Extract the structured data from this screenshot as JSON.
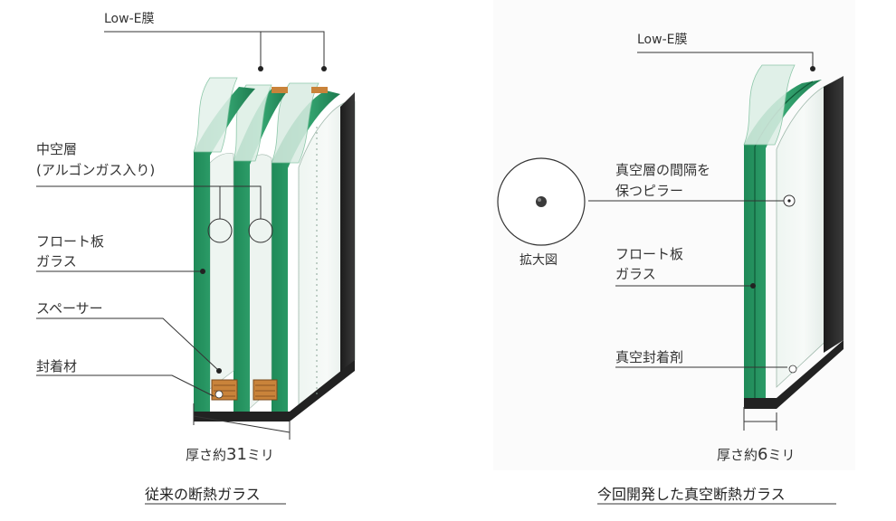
{
  "left_panel": {
    "low_e_label": "Low-E膜",
    "air_layer_line1": "中空層",
    "air_layer_line2": "(アルゴンガス入り)",
    "float_glass_line1": "フロート板",
    "float_glass_line2": "ガラス",
    "spacer_label": "スペーサー",
    "sealant_label": "封着材",
    "thickness_prefix": "厚さ約",
    "thickness_value": "31",
    "thickness_unit": "ミリ",
    "caption": "従来の断熱ガラス"
  },
  "right_panel": {
    "low_e_label": "Low-E膜",
    "pillar_line1": "真空層の間隔を",
    "pillar_line2": "保つピラー",
    "magnified_label": "拡大図",
    "float_glass_line1": "フロート板",
    "float_glass_line2": "ガラス",
    "vacuum_sealant_label": "真空封着剤",
    "thickness_prefix": "厚さ約",
    "thickness_value": "6",
    "thickness_unit": "ミリ",
    "caption": "今回開発した真空断熱ガラス"
  },
  "colors": {
    "glass_green": "#2e9b68",
    "glass_green_dark": "#1d7a4f",
    "glass_dark_edge": "#2b2b2b",
    "spacer_brown": "#c9833a",
    "pane_tint": "#e9f2ee"
  }
}
